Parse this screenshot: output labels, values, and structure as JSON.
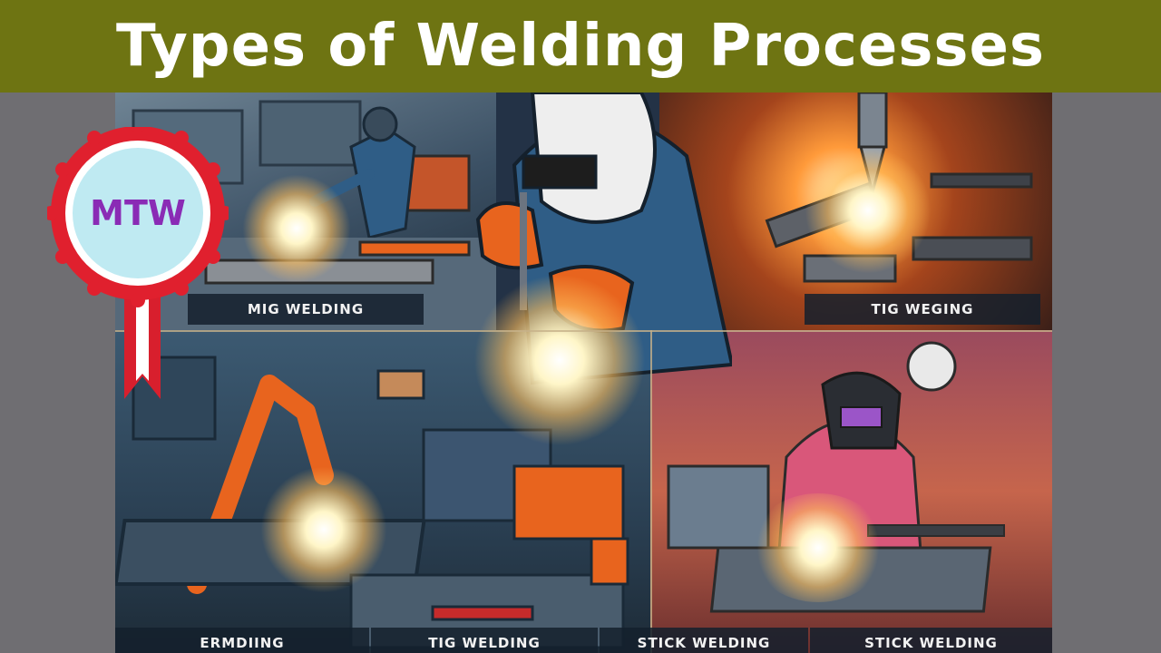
{
  "title": "Types of Welding Processes",
  "logo": {
    "text": "MTW",
    "ribbon_color": "#e0202e",
    "icon": "rosette-badge-icon"
  },
  "labels": {
    "top_left": "MIG WELDING",
    "top_right": "TIG WEGING",
    "bottom_1": "ERMDIING",
    "bottom_2": "TIG WELDING",
    "bottom_3": "STICK WELDING",
    "bottom_4": "STICK WELDING"
  },
  "colors": {
    "title_bar": "#6e7412",
    "background": "#6f6e72",
    "accent_orange": "#e8641e",
    "spark": "#fff3c8"
  }
}
